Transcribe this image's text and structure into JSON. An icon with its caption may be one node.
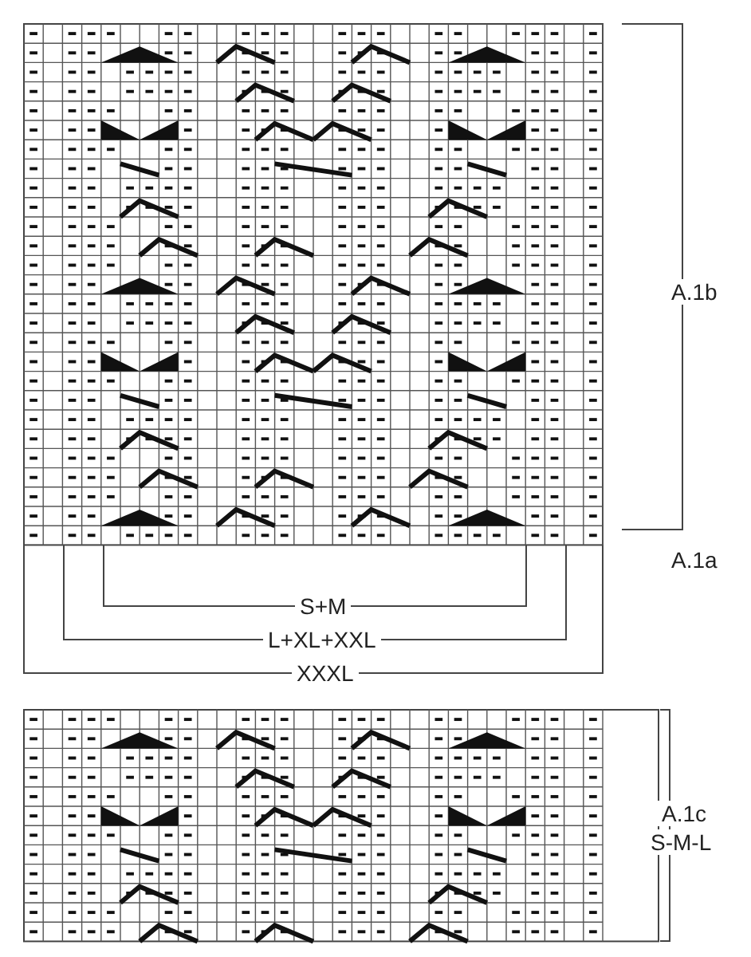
{
  "diagram": {
    "labels": [
      "A.1b",
      "A.1a",
      "S+M",
      "L+XL+XXL",
      "XXXL",
      "A.1c",
      "S-M-L"
    ]
  }
}
